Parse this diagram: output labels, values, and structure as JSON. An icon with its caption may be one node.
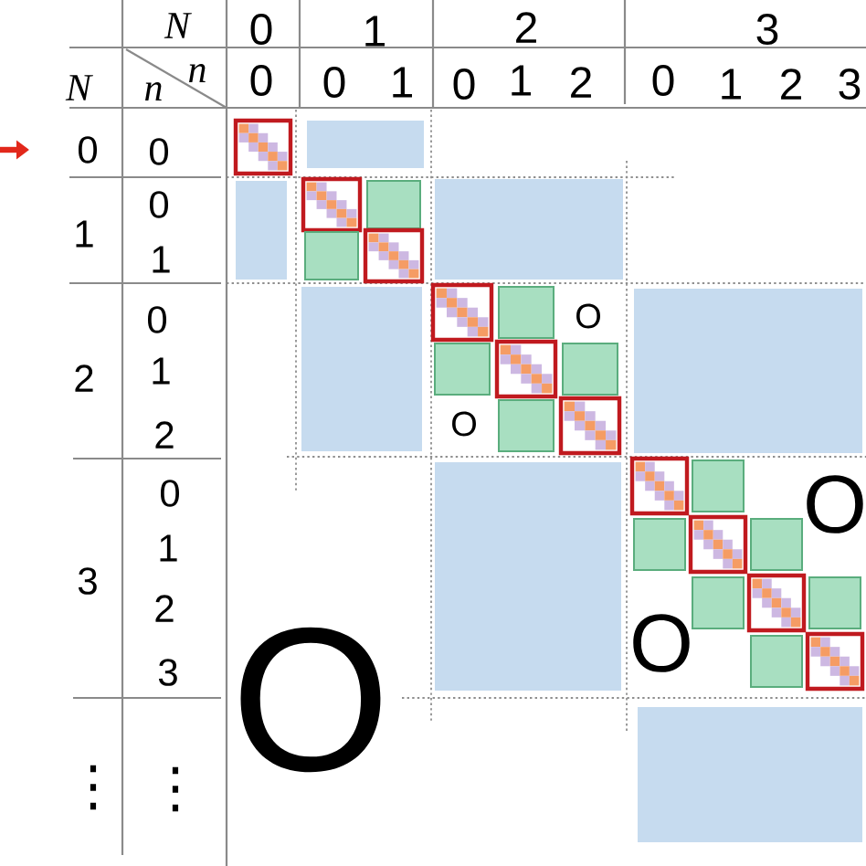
{
  "diagram": {
    "nodes": [
      {
        "text": [],
        "shape": "box"
      },
      {
        "text": [],
        "shape": "box"
      },
      {
        "text": [],
        "shape": "box"
      },
      {
        "text": [],
        "shape": "box"
      },
      {
        "text": [],
        "shape": "box"
      },
      {
        "text": [],
        "shape": "box"
      },
      {
        "text": [],
        "shape": "box"
      }
    ],
    "labels": [
      "N",
      "0",
      "1",
      "2",
      "3",
      "N",
      "n",
      "n",
      "0",
      "0",
      "1",
      "0",
      "1",
      "2",
      "0",
      "1",
      "2",
      "3",
      "0",
      "0",
      "1",
      "0",
      "1",
      "2",
      "0",
      "1",
      "2",
      "3",
      "0",
      "1",
      "2",
      "3",
      "⋮",
      "⋮",
      "O",
      "O",
      "O",
      "O",
      "O"
    ]
  }
}
